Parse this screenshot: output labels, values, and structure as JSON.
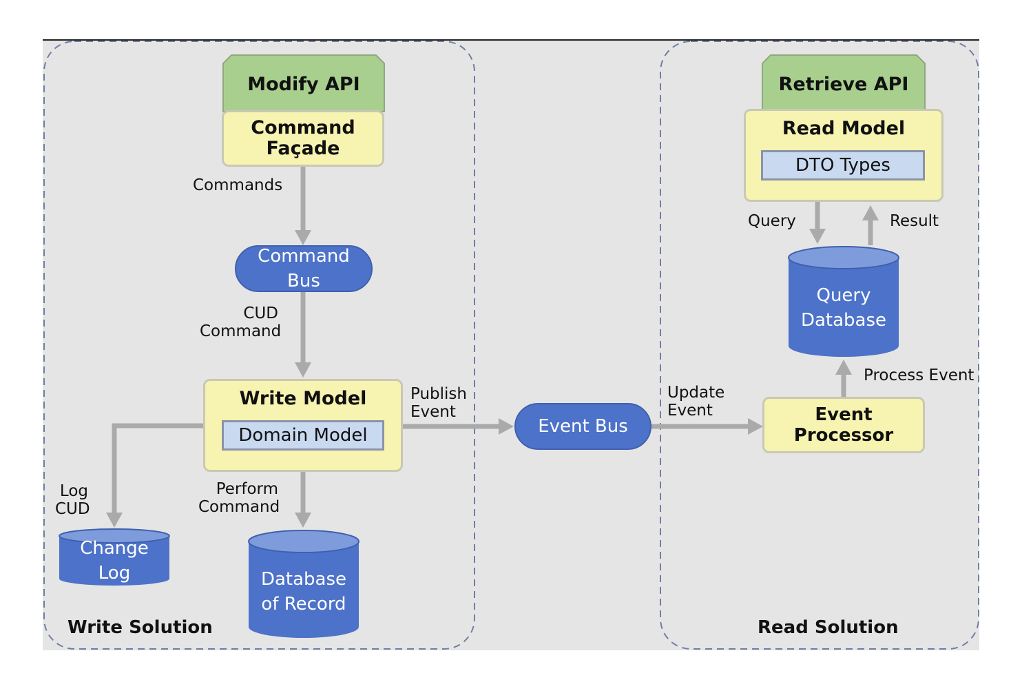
{
  "write_solution": {
    "title": "Write Solution",
    "modify_api": "Modify API",
    "command_facade": "Command\nFaçade",
    "commands_label": "Commands",
    "command_bus": "Command\nBus",
    "cud_command_label": "CUD\nCommand",
    "write_model": "Write Model",
    "domain_model": "Domain Model",
    "publish_event_label": "Publish\nEvent",
    "log_cud_label": "Log\nCUD",
    "perform_command_label": "Perform\nCommand",
    "change_log": "Change\nLog",
    "database_of_record": "Database\nof Record"
  },
  "event_bus": "Event Bus",
  "update_event_label": "Update\nEvent",
  "read_solution": {
    "title": "Read Solution",
    "retrieve_api": "Retrieve API",
    "read_model": "Read Model",
    "dto_types": "DTO Types",
    "query_label": "Query",
    "result_label": "Result",
    "query_database": "Query\nDatabase",
    "process_event_label": "Process Event",
    "event_processor": "Event Processor"
  },
  "colors": {
    "api_green": "#a9cf8f",
    "model_yellow": "#f7f3b0",
    "inner_blue": "#c9daf0",
    "node_blue": "#4d72c9",
    "arrow_gray": "#aaaaaa",
    "boundary_dash": "#6f7fa3",
    "background": "#e5e5e5"
  }
}
